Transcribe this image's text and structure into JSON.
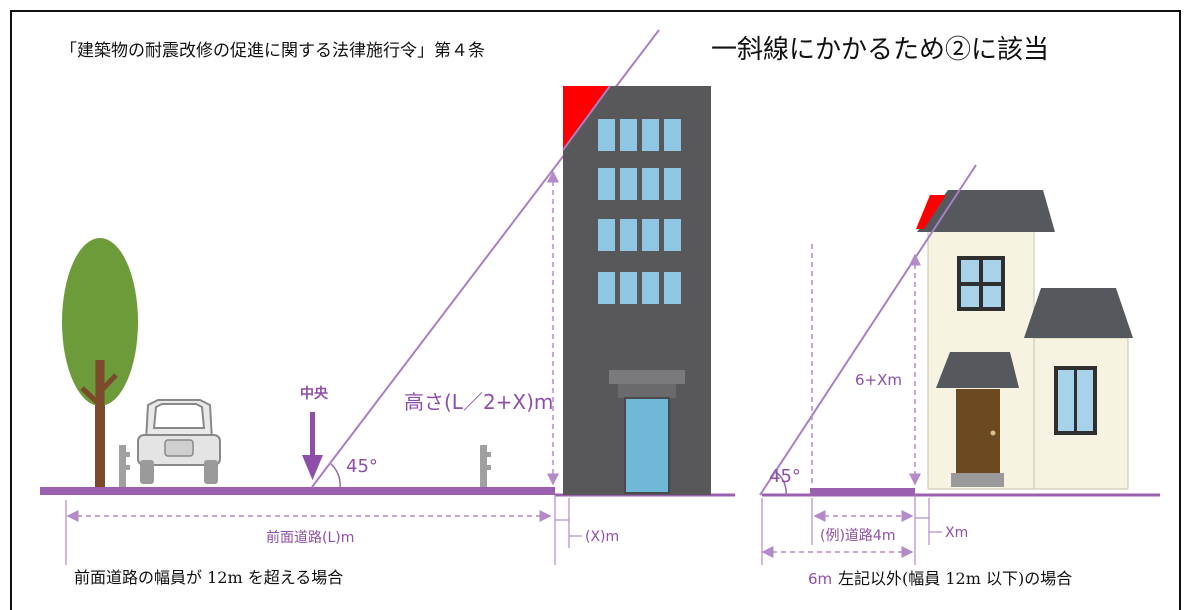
{
  "header": {
    "law_reference": "「建築物の耐震改修の促進に関する法律施行令」第４条",
    "note": "一斜線にかかるため②に該当"
  },
  "left_diagram": {
    "center_label": "中央",
    "angle_label": "45°",
    "height_label": "高さ(L／2+X)m",
    "road_label": "前面道路(L)m",
    "setback_label": "(X)m",
    "caption": "前面道路の幅員が 12m を超える場合"
  },
  "right_diagram": {
    "angle_label": "45°",
    "height_label": "6+Xm",
    "road_label": "(例)道路4m",
    "setback_label": "Xm",
    "six_m_label": "6m",
    "caption": "左記以外(幅員 12m 以下)の場合"
  },
  "colors": {
    "road": "#9b5fb0",
    "line": "#a97fc4",
    "dash": "#b48ac8",
    "highlight": "#ff0000",
    "building": "#58585a",
    "window": "#8fc6e4",
    "tree": "#6e9b3a",
    "trunk": "#7a4a2a",
    "house_wall": "#f6f3e2",
    "roof": "#55585c",
    "door": "#6b4a22"
  }
}
